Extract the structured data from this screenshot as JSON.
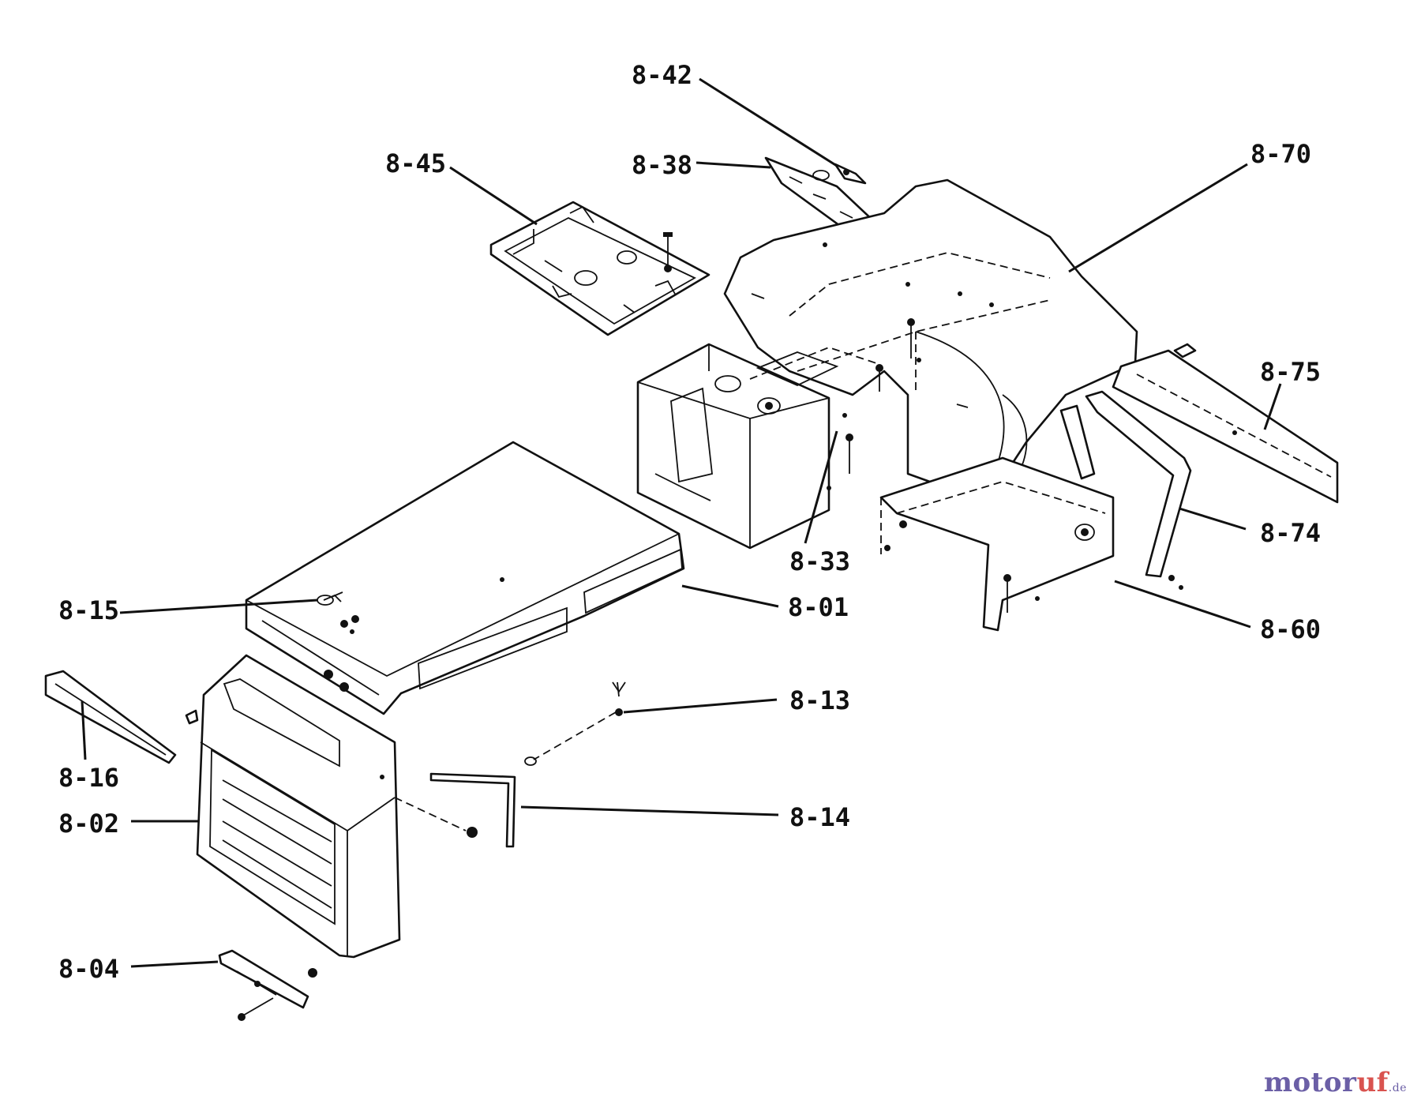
{
  "part_labels": {
    "p8_42": "8-42",
    "p8_45": "8-45",
    "p8_38": "8-38",
    "p8_70": "8-70",
    "p8_75": "8-75",
    "p8_33": "8-33",
    "p8_74": "8-74",
    "p8_15": "8-15",
    "p8_01": "8-01",
    "p8_60": "8-60",
    "p8_13": "8-13",
    "p8_16": "8-16",
    "p8_14": "8-14",
    "p8_02": "8-02",
    "p8_04": "8-04"
  },
  "watermark": {
    "main": "motor",
    "accent": "uf",
    "tld": ".de",
    "colors": {
      "main": "#6b5fa6",
      "accent": "#d9534f"
    }
  }
}
